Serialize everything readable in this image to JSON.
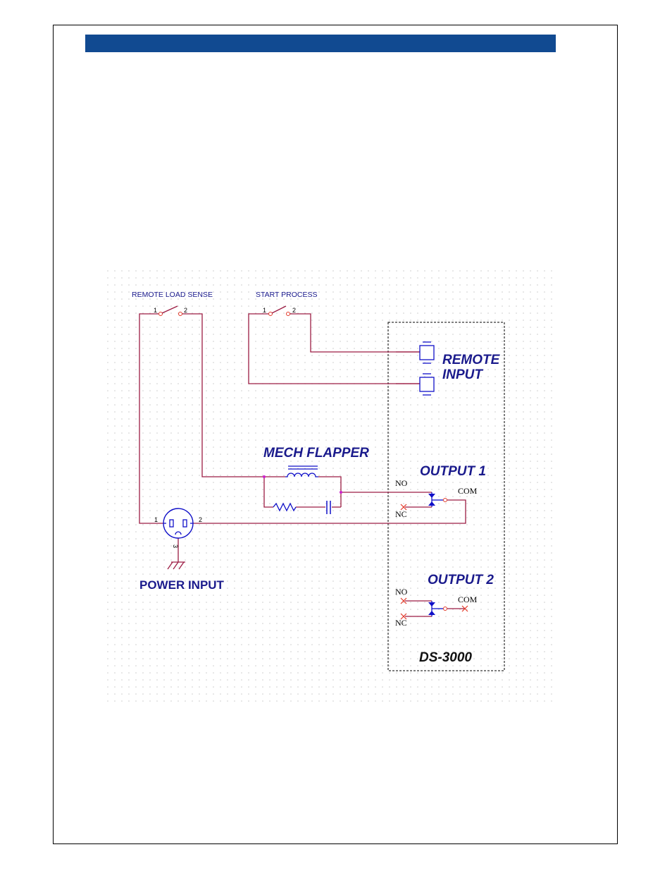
{
  "colors": {
    "header": "#114a91",
    "wire": "#9c1c43",
    "label": "#1a1a8c",
    "symbol": "#1010c8",
    "pin": "#e23a2a",
    "grid": "#c7c7c7",
    "junction": "#cc22cc"
  },
  "labels": {
    "remote_load_sense": "REMOTE LOAD SENSE",
    "start_process": "START PROCESS",
    "remote": "REMOTE",
    "input": "INPUT",
    "mech_flapper": "MECH FLAPPER",
    "output1": "OUTPUT 1",
    "output2": "OUTPUT 2",
    "power_input": "POWER INPUT",
    "model": "DS-3000",
    "no": "NO",
    "nc": "NC",
    "com": "COM",
    "pin1": "1",
    "pin2": "2",
    "pin3": "3"
  }
}
